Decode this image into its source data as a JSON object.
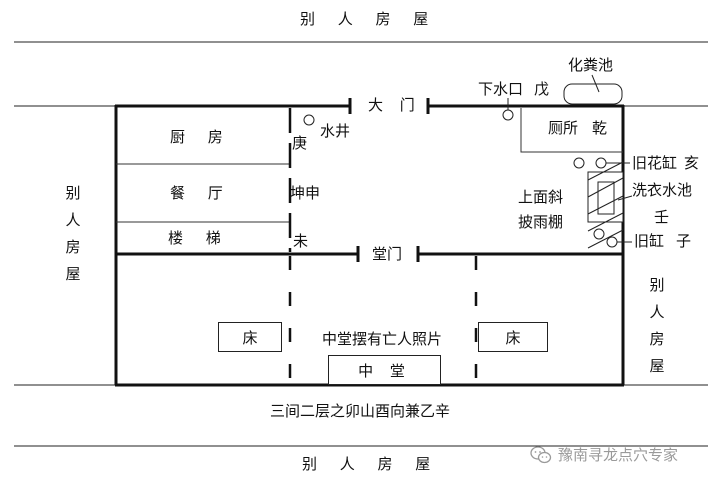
{
  "top_neighbor": "别 人 房 屋",
  "bottom_neighbor": "别 人 房 屋",
  "left_neighbor": [
    "别",
    "人",
    "房",
    "屋"
  ],
  "right_neighbor": [
    "别",
    "人",
    "房",
    "屋"
  ],
  "septic_tank": "化粪池",
  "drain_outlet": "下水口",
  "direction_wu": "戊",
  "main_gate": "大 门",
  "hall_gate": "堂门",
  "kitchen": "厨 房",
  "dining_room": "餐 厅",
  "stairs": "楼 梯",
  "geng": "庚",
  "kun_shen": "坤申",
  "wei": "未",
  "well": "水井",
  "toilet": "厕所",
  "qian": "乾",
  "old_flower_vat": "旧花缸",
  "hai": "亥",
  "laundry_basin": "洗衣水池",
  "ren": "壬",
  "old_vat": "旧缸",
  "zi": "子",
  "shed_line1": "上面斜",
  "shed_line2": "披雨棚",
  "bed_left": "床",
  "bed_right": "床",
  "main_hall_note": "中堂摆有亡人照片",
  "main_hall": "中 堂",
  "house_description": "三间二层之卯山酉向兼乙辛",
  "watermark_text": "豫南寻龙点穴专家"
}
